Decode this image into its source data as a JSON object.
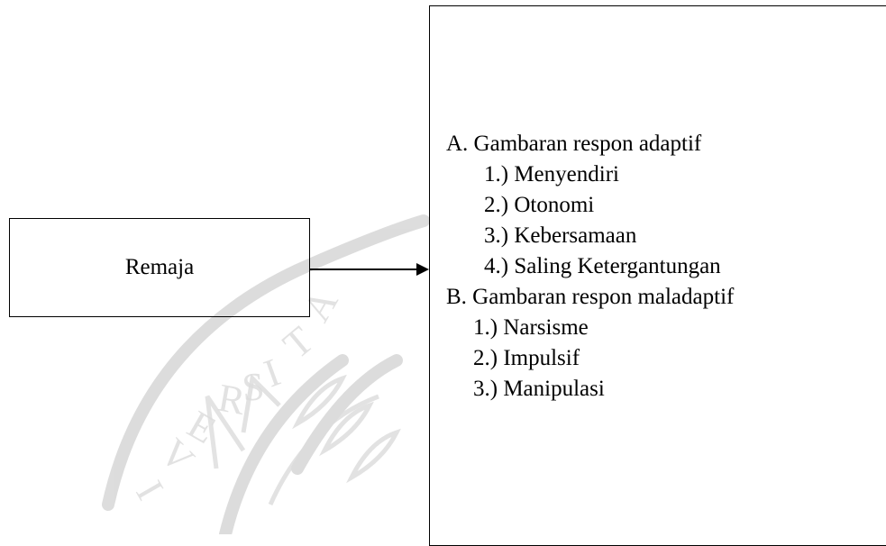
{
  "diagram": {
    "source_node": {
      "label": "Remaja"
    },
    "target_node": {
      "sections": [
        {
          "heading": "A. Gambaran respon adaptif",
          "items": [
            "1.) Menyendiri",
            "2.) Otonomi",
            "3.) Kebersamaan",
            "4.) Saling Ketergantungan"
          ]
        },
        {
          "heading": "B. Gambaran respon maladaptif",
          "items": [
            "1.) Narsisme",
            "2.) Impulsif",
            "3.) Manipulasi"
          ]
        }
      ]
    },
    "edge": {
      "from": "Remaja",
      "to": "target_node",
      "style": "solid-arrow"
    },
    "colors": {
      "stroke": "#000000",
      "text": "#000000",
      "watermark": "#d9d9d9"
    }
  }
}
